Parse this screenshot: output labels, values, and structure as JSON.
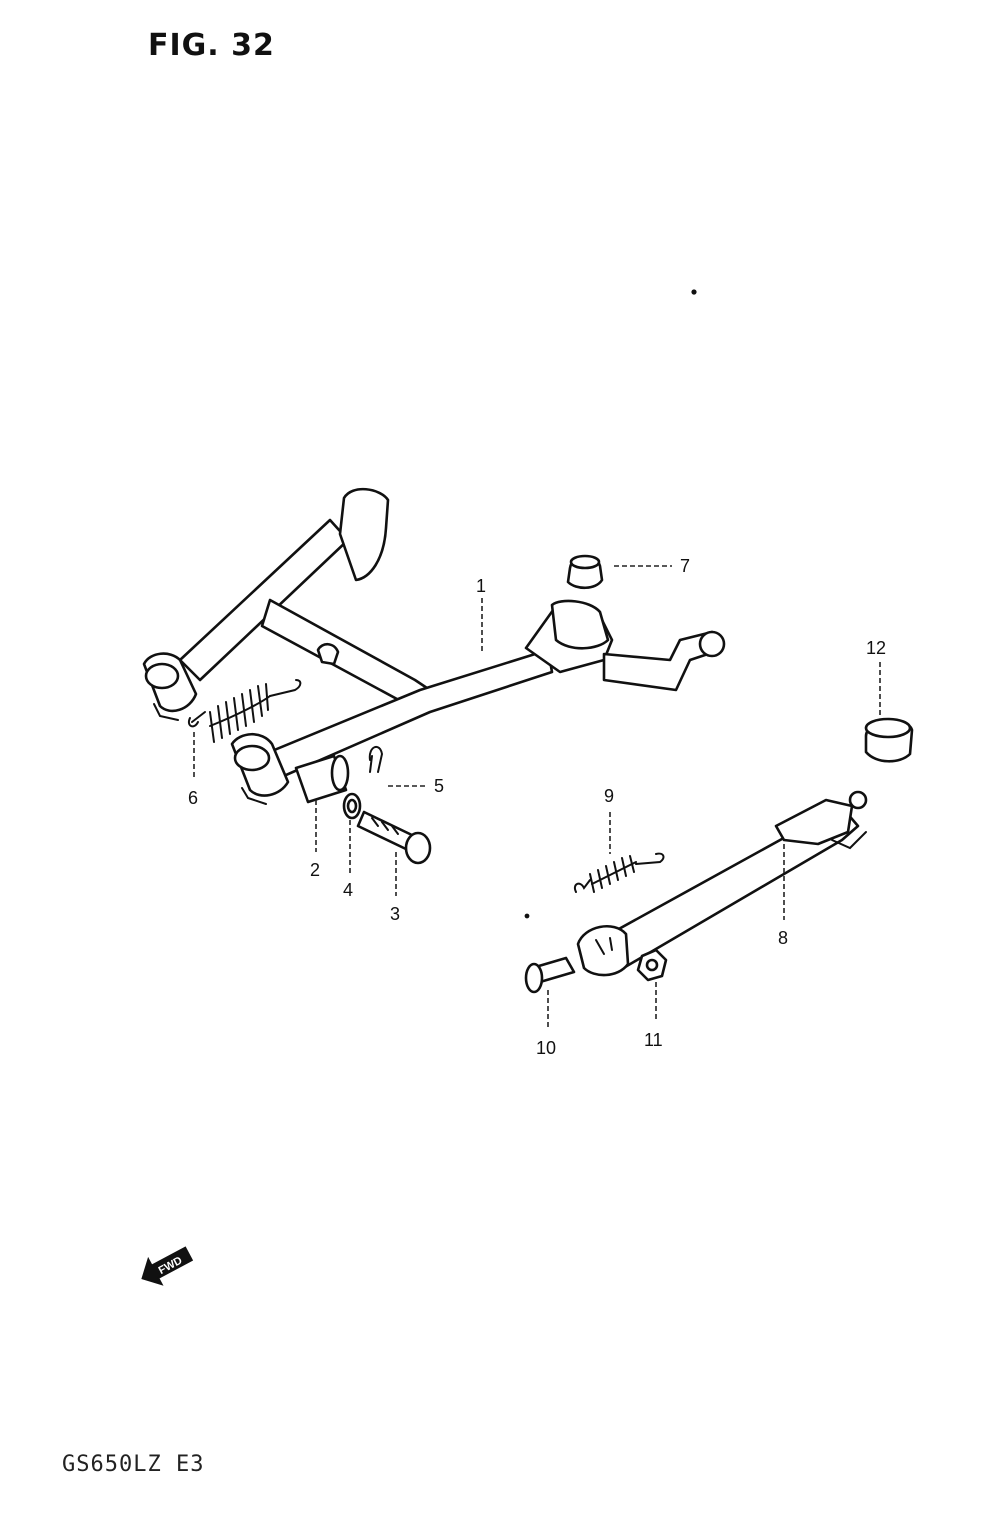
{
  "figure": {
    "title": "FIG. 32",
    "model_code": "GS650LZ E3"
  },
  "fwd_label": "FWD",
  "callouts": [
    {
      "id": "1",
      "label": "1"
    },
    {
      "id": "2",
      "label": "2"
    },
    {
      "id": "3",
      "label": "3"
    },
    {
      "id": "4",
      "label": "4"
    },
    {
      "id": "5",
      "label": "5"
    },
    {
      "id": "6",
      "label": "6"
    },
    {
      "id": "7",
      "label": "7"
    },
    {
      "id": "8",
      "label": "8"
    },
    {
      "id": "9",
      "label": "9"
    },
    {
      "id": "10",
      "label": "10"
    },
    {
      "id": "11",
      "label": "11"
    },
    {
      "id": "12",
      "label": "12"
    }
  ]
}
